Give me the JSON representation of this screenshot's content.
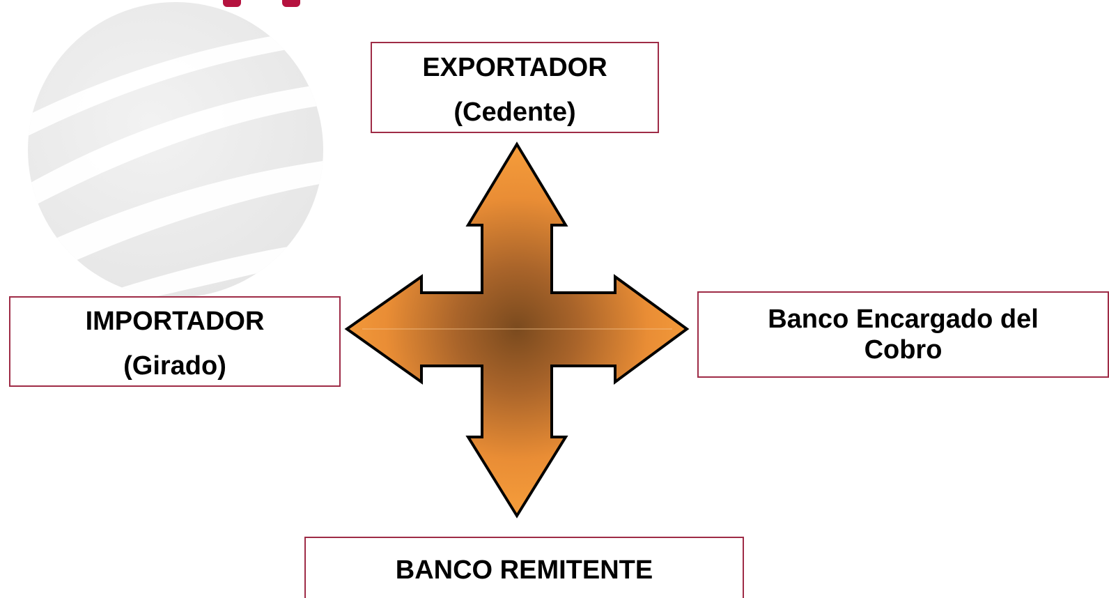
{
  "diagram": {
    "nodes": {
      "exportador": {
        "line1": "EXPORTADOR",
        "line2": "(Cedente)"
      },
      "importador": {
        "line1": "IMPORTADOR",
        "line2": "(Girado)"
      },
      "banco_cobro": {
        "line1": "Banco Encargado del",
        "line2": "Cobro"
      },
      "banco_remitente": {
        "line1": "BANCO REMITENTE"
      }
    },
    "colors": {
      "box_border": "#9e2b46",
      "arrow_outer": "#f39a3a",
      "arrow_center": "#7a4a1e",
      "accent": "#b5123f"
    },
    "icons": {
      "background": "globe-watermark-icon",
      "connector": "four-way-arrow-icon"
    }
  }
}
